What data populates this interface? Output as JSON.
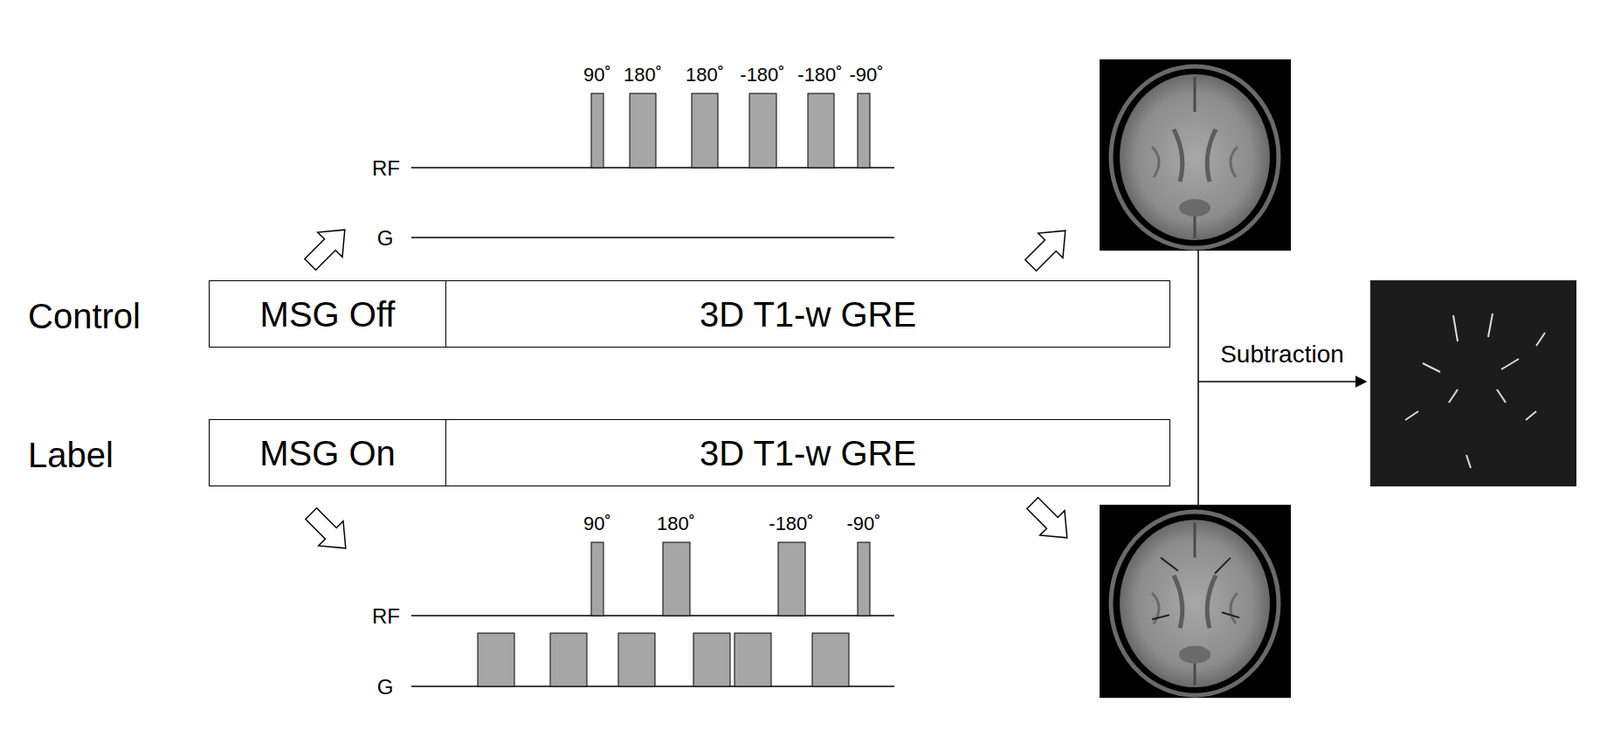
{
  "diagram": {
    "nodes": [
      {
        "text": [
          "MSG Off"
        ]
      },
      {
        "text": [
          "3D T1-w GRE"
        ]
      },
      {
        "text": [
          "MSG On"
        ]
      },
      {
        "text": [
          "3D T1-w GRE"
        ]
      }
    ],
    "labels": [
      "90˚",
      "180˚",
      "180˚",
      "-180˚",
      "-180˚",
      "-90˚",
      "RF",
      "G",
      "Control",
      "Label",
      "90˚",
      "180˚",
      "-180˚",
      "-90˚",
      "RF",
      "G",
      "Subtraction"
    ]
  }
}
